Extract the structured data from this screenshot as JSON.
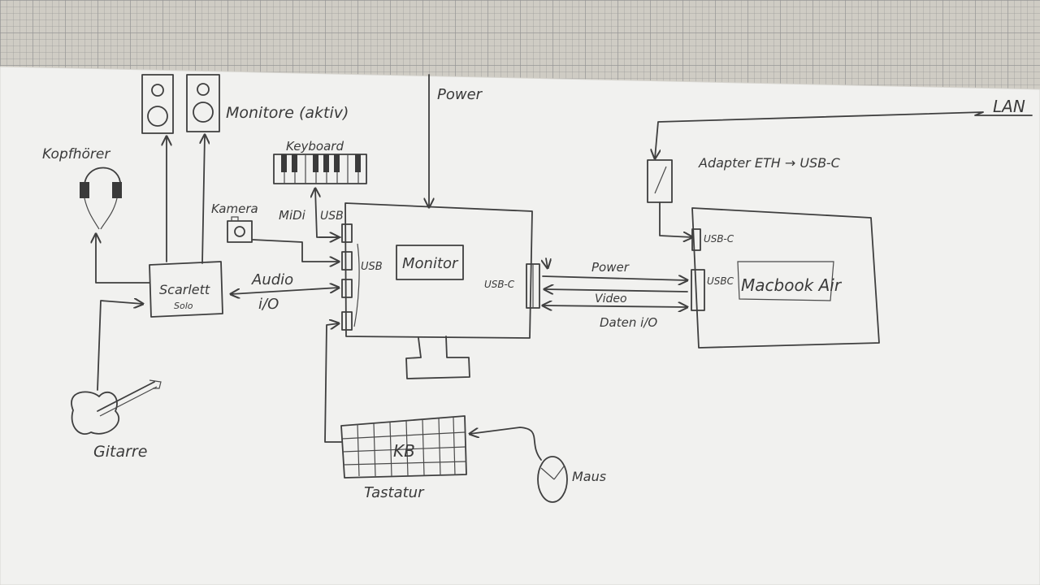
{
  "labels": {
    "monitore": "Monitore (aktiv)",
    "kopfhoerer": "Kopfhörer",
    "keyboard": "Keyboard",
    "power_top": "Power",
    "lan": "LAN",
    "adapter": "Adapter ETH → USB-C",
    "kamera": "Kamera",
    "midi": "MiDi",
    "usb_top": "USB",
    "usb_left": "USB",
    "monitor": "Monitor",
    "usbc_monitor": "USB-C",
    "power_link": "Power",
    "video_link": "Video",
    "daten_link": "Daten i/O",
    "usbc_mac_top": "USB-C",
    "usbc_mac": "USBC",
    "macbook": "Macbook Air",
    "scarlett_1": "Scarlett",
    "scarlett_2": "Solo",
    "audio_1": "Audio",
    "audio_2": "i/O",
    "gitarre": "Gitarre",
    "kb": "KB",
    "tastatur": "Tastatur",
    "maus": "Maus"
  },
  "colors": {
    "paper": "#f2f2f0",
    "ink": "#3f3f3f",
    "grid": "#cfccc4"
  }
}
